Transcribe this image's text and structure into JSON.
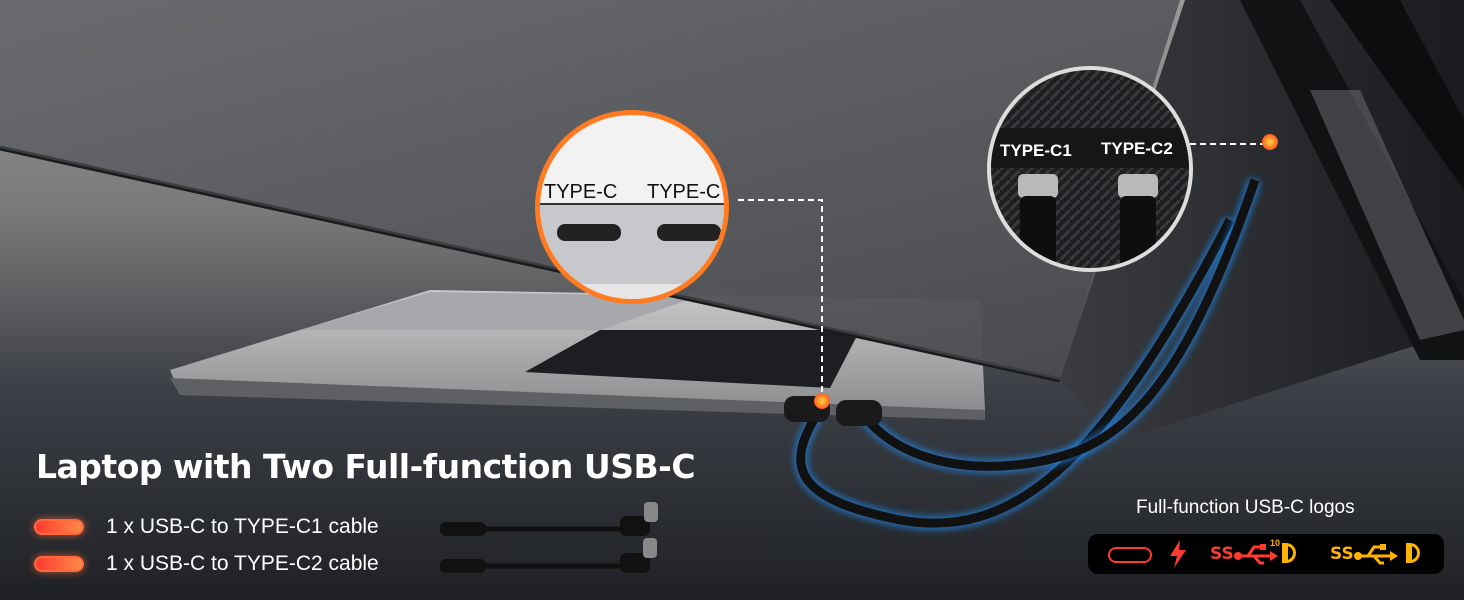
{
  "headline": "Laptop with Two Full-function USB-C",
  "cables": [
    {
      "label": "1 x USB-C to TYPE-C1 cable"
    },
    {
      "label": "1 x USB-C to TYPE-C2 cable"
    }
  ],
  "laptop_callout": {
    "port1": "TYPE-C",
    "port2": "TYPE-C"
  },
  "monitor_callout": {
    "port1": "TYPE-C1",
    "port2": "TYPE-C2"
  },
  "logos": {
    "title": "Full-function USB-C logos",
    "ss_label": "SS",
    "speed_label": "10"
  },
  "colors": {
    "accent": "#ff7a20",
    "highlight": "#1e90ff",
    "logo_red": "#ff3b30",
    "logo_gold": "#ffb300"
  }
}
